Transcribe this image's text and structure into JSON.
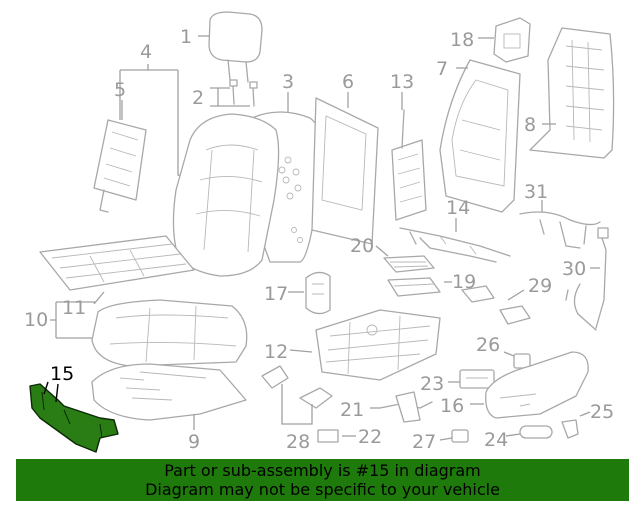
{
  "callouts": {
    "n1": "1",
    "n2": "2",
    "n3": "3",
    "n4": "4",
    "n5": "5",
    "n6": "6",
    "n7": "7",
    "n8": "8",
    "n9": "9",
    "n10": "10",
    "n11": "11",
    "n12": "12",
    "n13": "13",
    "n14": "14",
    "n15": "15",
    "n16": "16",
    "n17": "17",
    "n18": "18",
    "n19": "19",
    "n20": "20",
    "n21": "21",
    "n22": "22",
    "n23": "23",
    "n24": "24",
    "n25": "25",
    "n26": "26",
    "n27": "27",
    "n28": "28",
    "n29": "29",
    "n30": "30",
    "n31": "31"
  },
  "highlight": {
    "part": "15",
    "color": "#2a7d14"
  },
  "caption": {
    "line1": "Part or sub-assembly is #15 in diagram",
    "line2": "Diagram may not be specific to your vehicle",
    "background": "#1f7a0c"
  }
}
